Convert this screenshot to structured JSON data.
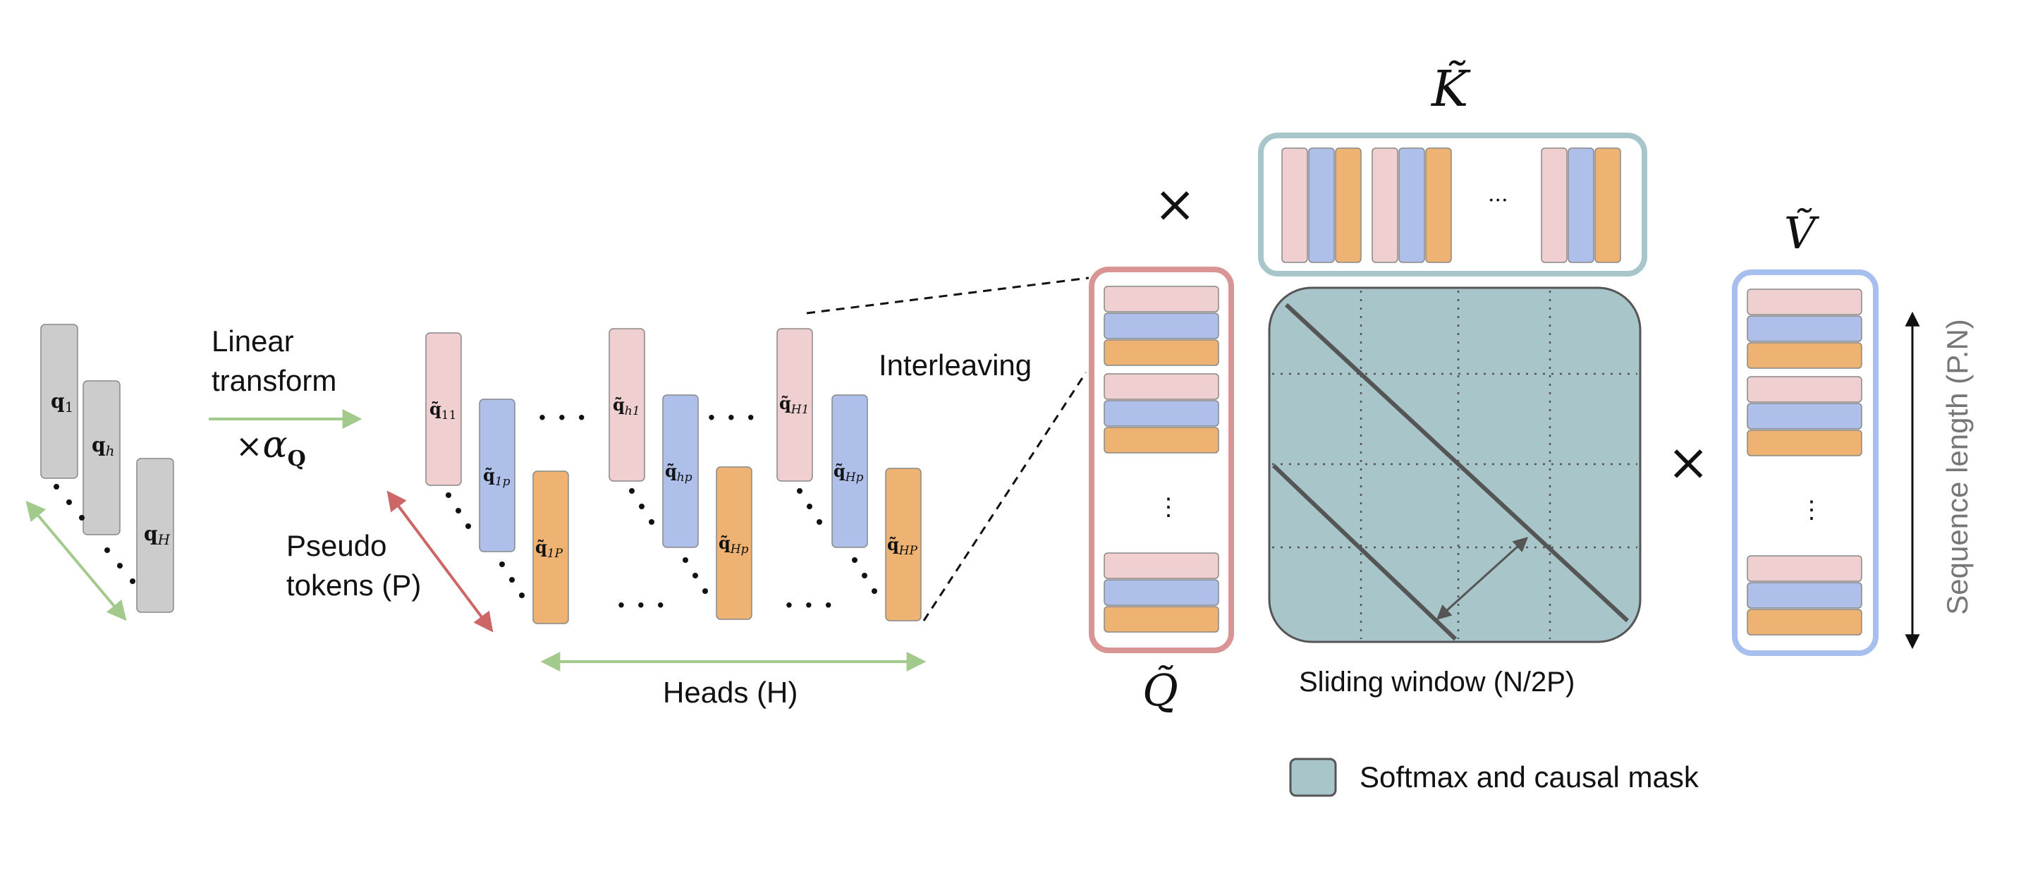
{
  "colors": {
    "gray_block": "#cccccc",
    "pink_block": "#efcfd0",
    "blue_block": "#aebfea",
    "orange_block": "#eeb272",
    "matrix_fill": "#a8c5ca",
    "q_border": "#d89594",
    "k_border": "#a8c5ca",
    "v_border": "#a7bfee",
    "green_arrow": "#a3ca8d",
    "red_arrow": "#cd6666",
    "stroke": "#555555"
  },
  "query_heads": {
    "labels": [
      "q",
      "q",
      "q"
    ],
    "subscripts": [
      "1",
      "h",
      "H"
    ]
  },
  "linear_transform": {
    "line1": "Linear",
    "line2": "transform",
    "scale_symbol": "×",
    "scale_alpha": "α",
    "scale_sub": "Q"
  },
  "pseudo_tokens": {
    "line1": "Pseudo",
    "line2": "tokens (P)"
  },
  "pseudo_queries": {
    "base": "q̃",
    "subscripts": [
      [
        "11",
        "1p",
        "1P"
      ],
      [
        "h1",
        "hp",
        "Hp"
      ],
      [
        "H1",
        "Hp",
        "HP"
      ]
    ]
  },
  "heads_label": "Heads (H)",
  "interleaving_label": "Interleaving",
  "q_tilde_label": "Q̃",
  "k_tilde_label": "K̃",
  "v_tilde_label": "Ṽ",
  "multiply_symbol": "×",
  "ellipsis_h": "· · ·",
  "ellipsis_k": "···",
  "ellipsis_v": "⋮",
  "sliding_window_label": "Sliding window (N/2P)",
  "sequence_length_label": "Sequence length (P.N)",
  "legend": {
    "label": "Softmax and causal mask"
  }
}
